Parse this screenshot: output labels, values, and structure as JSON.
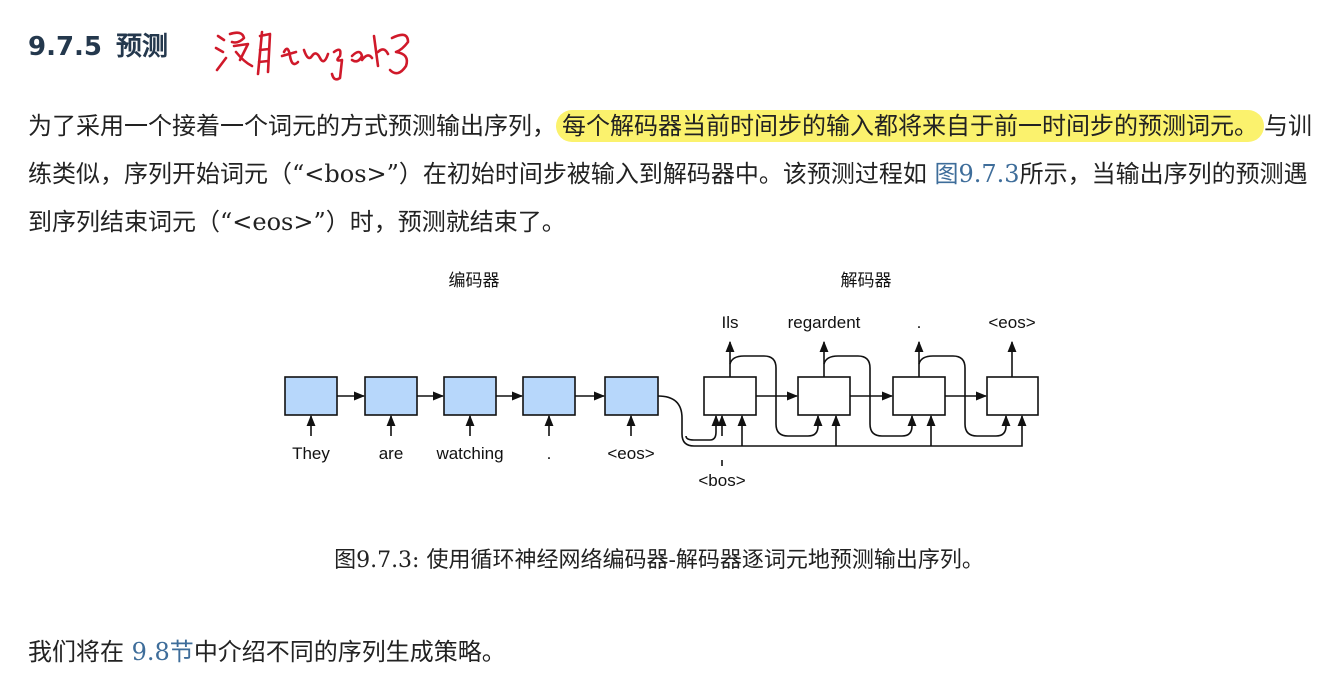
{
  "section": {
    "number": "9.7.5",
    "title": "预测"
  },
  "paragraph1": {
    "part1": "为了采用一个接着一个词元的方式预测输出序列，",
    "highlighted": "每个解码器当前时间步的输入都将来自于前一时间步的预测词元。",
    "part2": "与训练类似，序列开始词元（“<bos>”）在初始时间步被输入到解码器中。该预测过程如 ",
    "figure_ref": "图9.7.3",
    "part3": "所示，当输出序列的预测遇到序列结束词元（“<eos>”）时，预测就结束了。"
  },
  "figure": {
    "encoder_label": "编码器",
    "decoder_label": "解码器",
    "encoder_inputs": [
      "They",
      "are",
      "watching",
      ".",
      "<eos>"
    ],
    "decoder_outputs": [
      "Ils",
      "regardent",
      ".",
      "<eos>"
    ],
    "decoder_start": "<bos>",
    "encoder_box_color": "#b7d7fb",
    "decoder_box_color": "#ffffff"
  },
  "caption": "图9.7.3: 使用循环神经网络编码器-解码器逐词元地预测输出序列。",
  "paragraph2": {
    "before": "我们将在 ",
    "ref": "9.8节",
    "after": "中介绍不同的序列生成策略。"
  },
  "colors": {
    "highlight": "#fbf26d",
    "link": "#3e6d9a",
    "heading": "#24384d",
    "ink": "#d0192a"
  }
}
